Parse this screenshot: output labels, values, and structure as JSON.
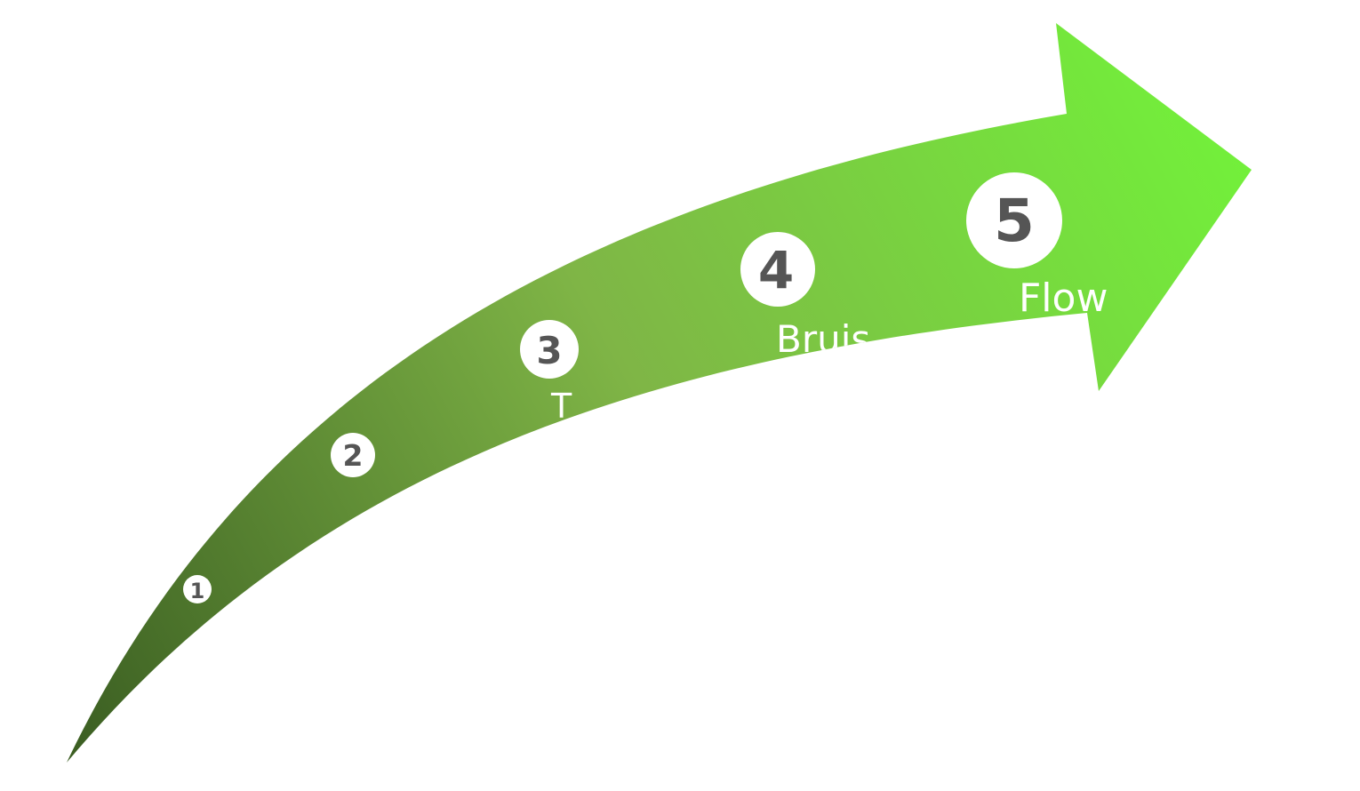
{
  "diagram": {
    "type": "growth-arrow",
    "colors": {
      "arrow_start": "#3b5e22",
      "arrow_mid": "#7fb546",
      "arrow_end": "#72f23a",
      "badge_fill": "#ffffff",
      "badge_text": "#555555",
      "label_text": "#ffffff"
    },
    "stages": [
      {
        "number": "1",
        "label": ""
      },
      {
        "number": "2",
        "label": ""
      },
      {
        "number": "3",
        "label": "T"
      },
      {
        "number": "4",
        "label": "Bruis"
      },
      {
        "number": "5",
        "label": "Flow"
      }
    ]
  }
}
